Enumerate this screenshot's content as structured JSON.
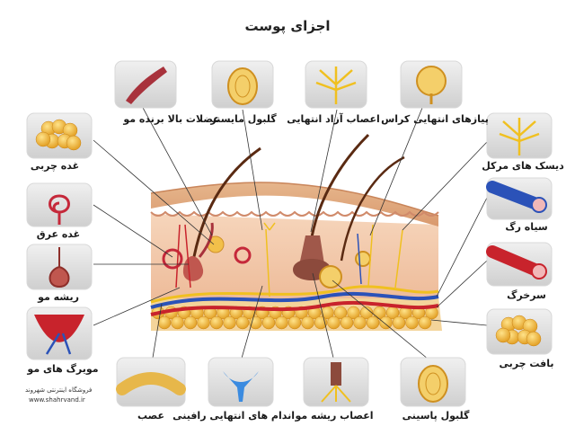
{
  "title": "اجزای پوست",
  "labels": {
    "muscle": "عضلات بالا برنده مو",
    "meissner": "گلبول مایسنر",
    "free_nerve": "اعصاب آزاد انتهایی",
    "krause": "پیازهای انتهایی کراس",
    "sebaceous": "غده چربی",
    "merkel": "دیسک های مرکل",
    "sweat": "غده عرق",
    "vein": "سیاه رگ",
    "hair_root": "ریشه مو",
    "artery": "سرخرگ",
    "capillaries": "مویرگ های مو",
    "fat": "بافت چربی",
    "nerve": "عصب",
    "ruffini": "اندام های انتهایی رافینی",
    "root_nerve": "اعصاب ریشه مو",
    "pacinian": "گلبول پاسینی"
  },
  "watermark": {
    "line1": "فروشگاه اینترنتی شهروند",
    "line2": "www.shahrvand.ir"
  },
  "colors": {
    "epidermis": "#e8b48a",
    "dermis": "#f3cdb0",
    "fat": "#f2b63a",
    "vein": "#2b52b8",
    "artery": "#c8232c",
    "nerve": "#f0c020",
    "muscle": "#a8323c"
  }
}
